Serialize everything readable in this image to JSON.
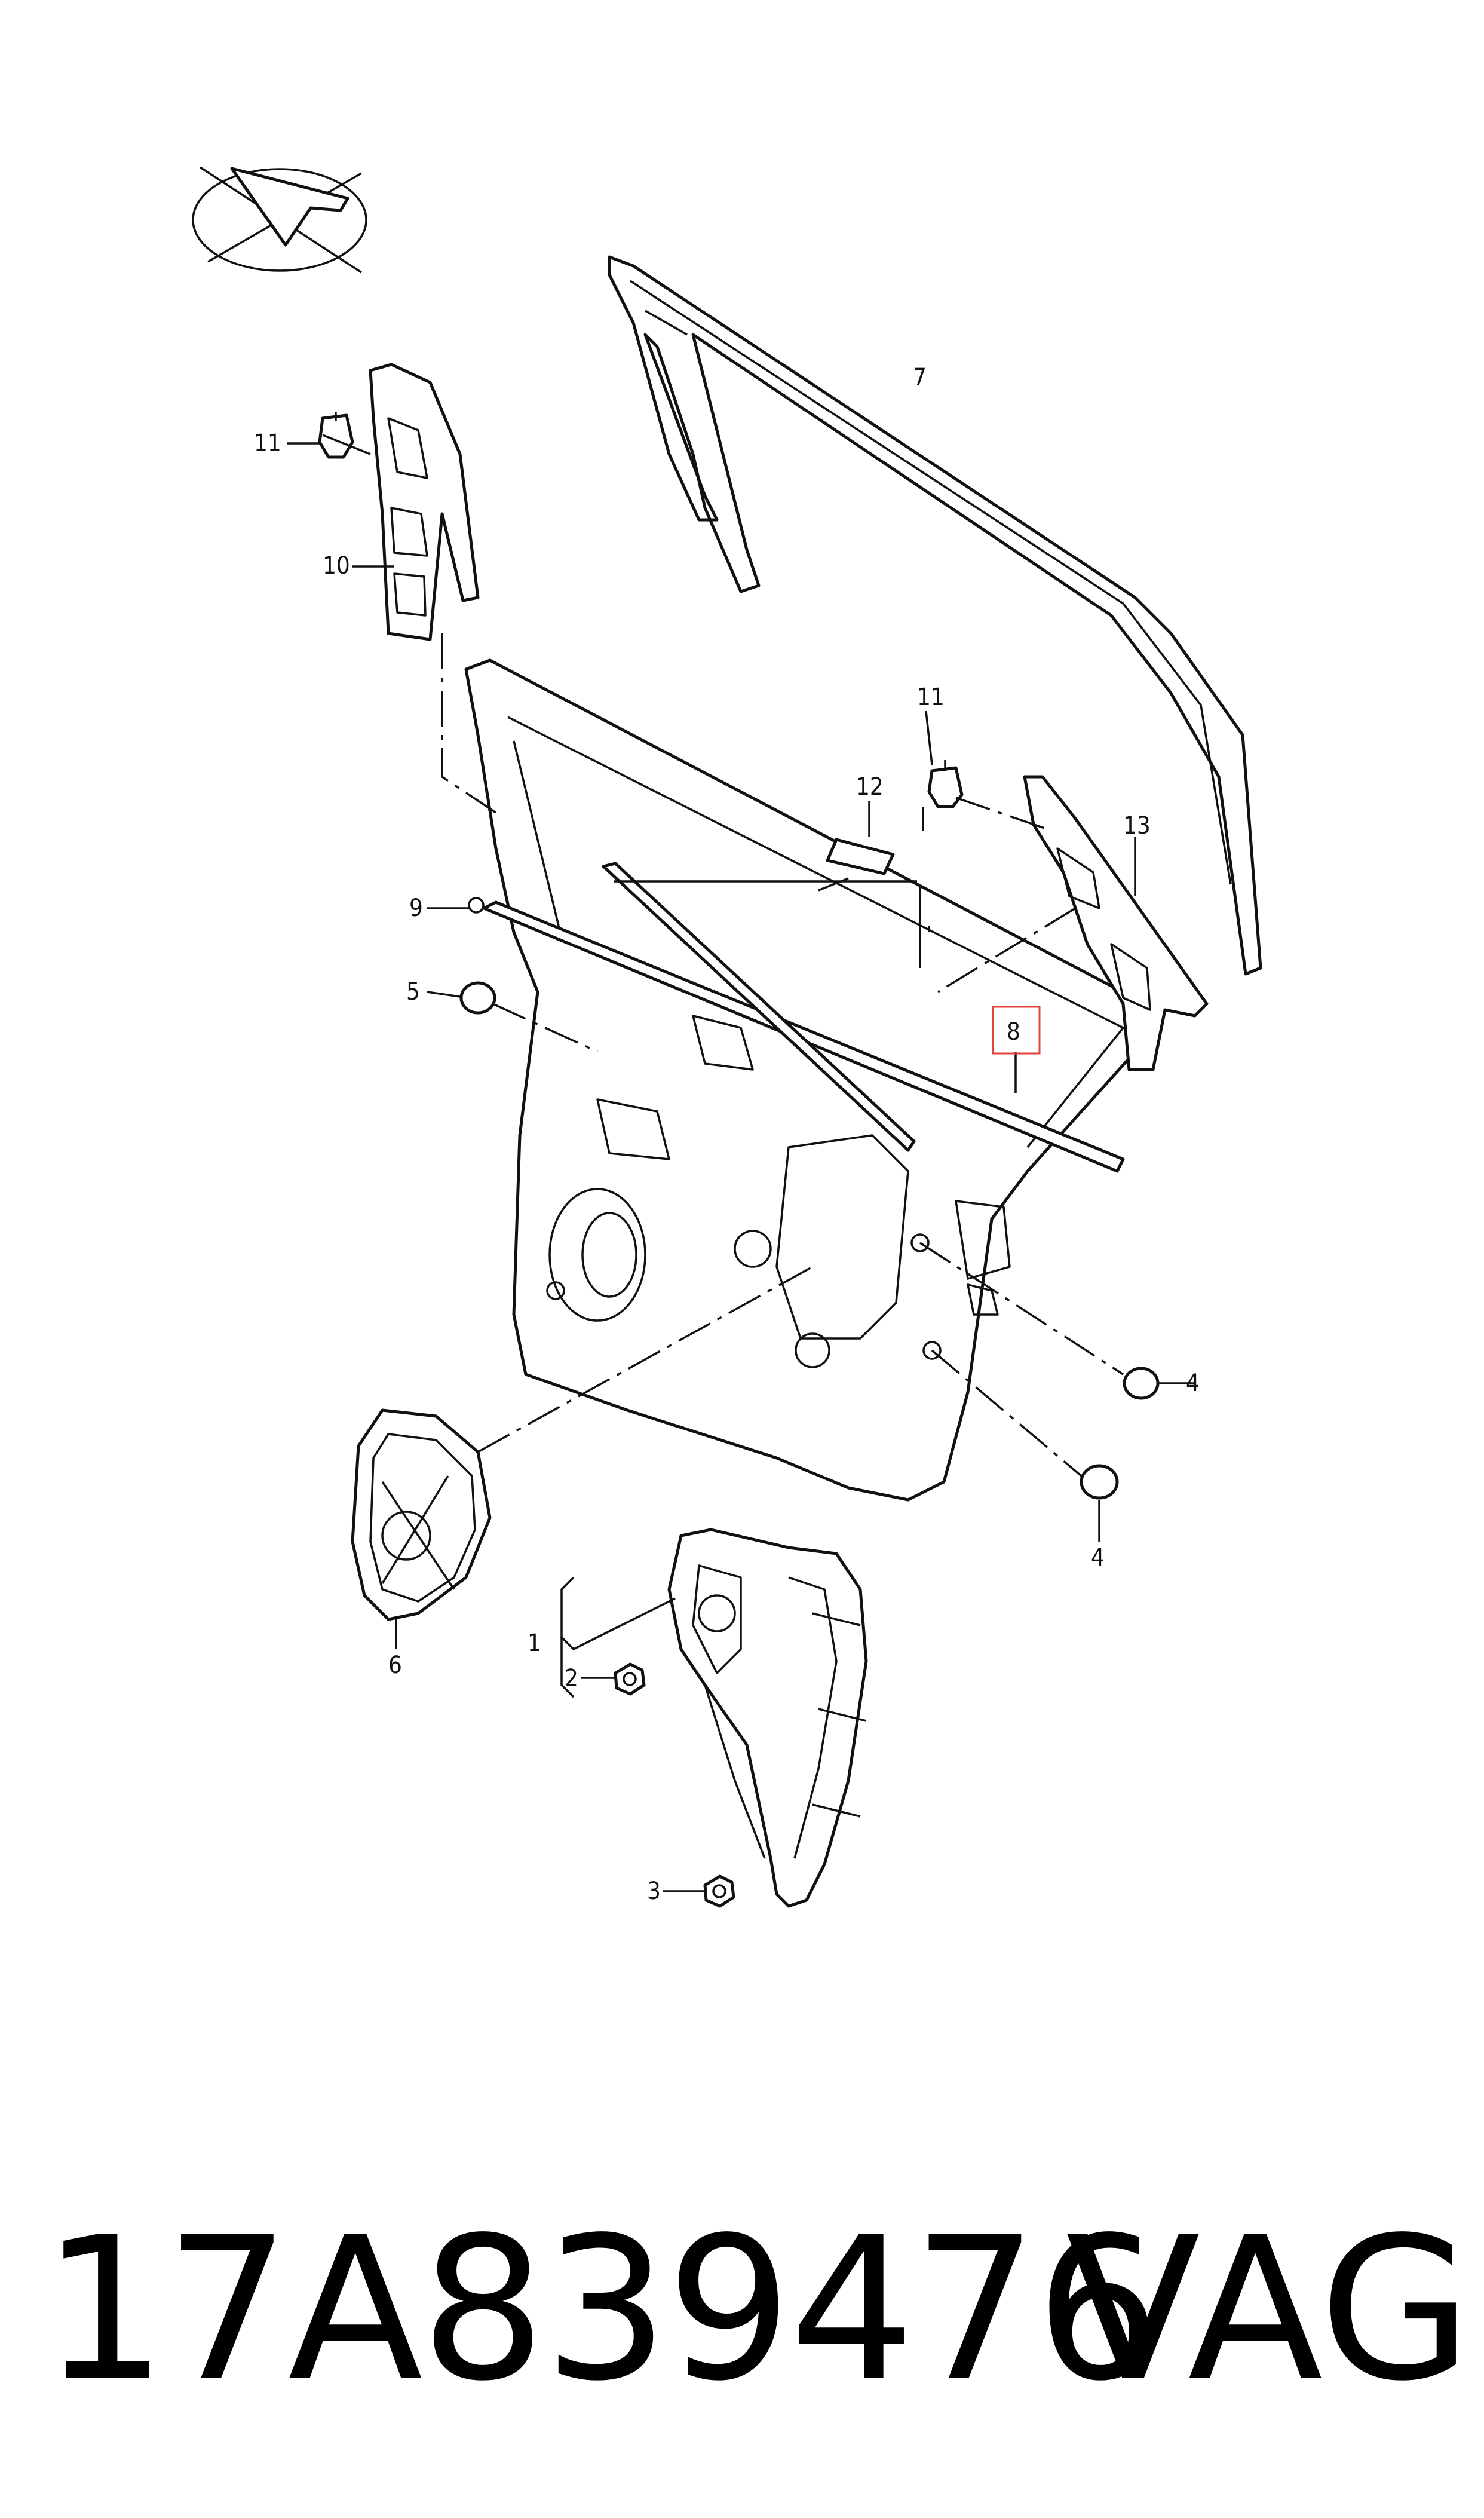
{
  "callouts": {
    "c1": "1",
    "c2": "2",
    "c3": "3",
    "c4a": "4",
    "c4b": "4",
    "c5": "5",
    "c6": "6",
    "c7": "7",
    "c8": "8",
    "c9": "9",
    "c10": "10",
    "c11a": "11",
    "c11b": "11",
    "c12": "12",
    "c13": "13"
  },
  "highlight_color": "#e0433a",
  "footer": {
    "part_number": "17A839476",
    "brand": "VAG"
  }
}
